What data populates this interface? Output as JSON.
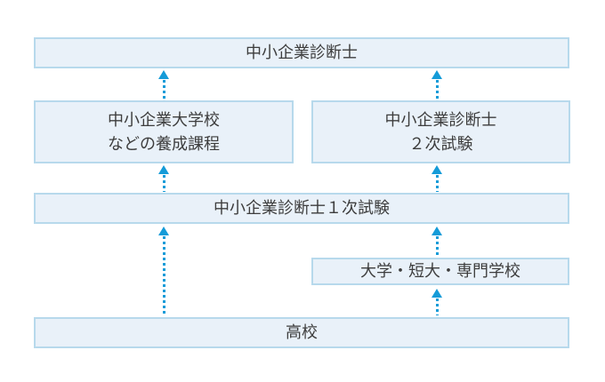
{
  "colors": {
    "background": "#ffffff",
    "box_fill": "#e9f1f9",
    "box_border": "#b7d9ec",
    "arrow": "#149bd8",
    "text": "#3d3d3d"
  },
  "boxes": {
    "consultant": {
      "label": "中小企業診断士"
    },
    "training_course": {
      "label": "中小企業大学校\nなどの養成課程"
    },
    "second_exam": {
      "label": "中小企業診断士\n２次試験"
    },
    "first_exam": {
      "label": "中小企業診断士１次試験"
    },
    "university": {
      "label": "大学・短大・専門学校"
    },
    "high_school": {
      "label": "高校"
    }
  },
  "edges": [
    {
      "from": "高校",
      "to": "中小企業診断士１次試験"
    },
    {
      "from": "高校",
      "to": "大学・短大・専門学校"
    },
    {
      "from": "大学・短大・専門学校",
      "to": "中小企業診断士１次試験"
    },
    {
      "from": "中小企業診断士１次試験",
      "to": "中小企業大学校などの養成課程"
    },
    {
      "from": "中小企業診断士１次試験",
      "to": "中小企業診断士２次試験"
    },
    {
      "from": "中小企業大学校などの養成課程",
      "to": "中小企業診断士"
    },
    {
      "from": "中小企業診断士２次試験",
      "to": "中小企業診断士"
    }
  ]
}
